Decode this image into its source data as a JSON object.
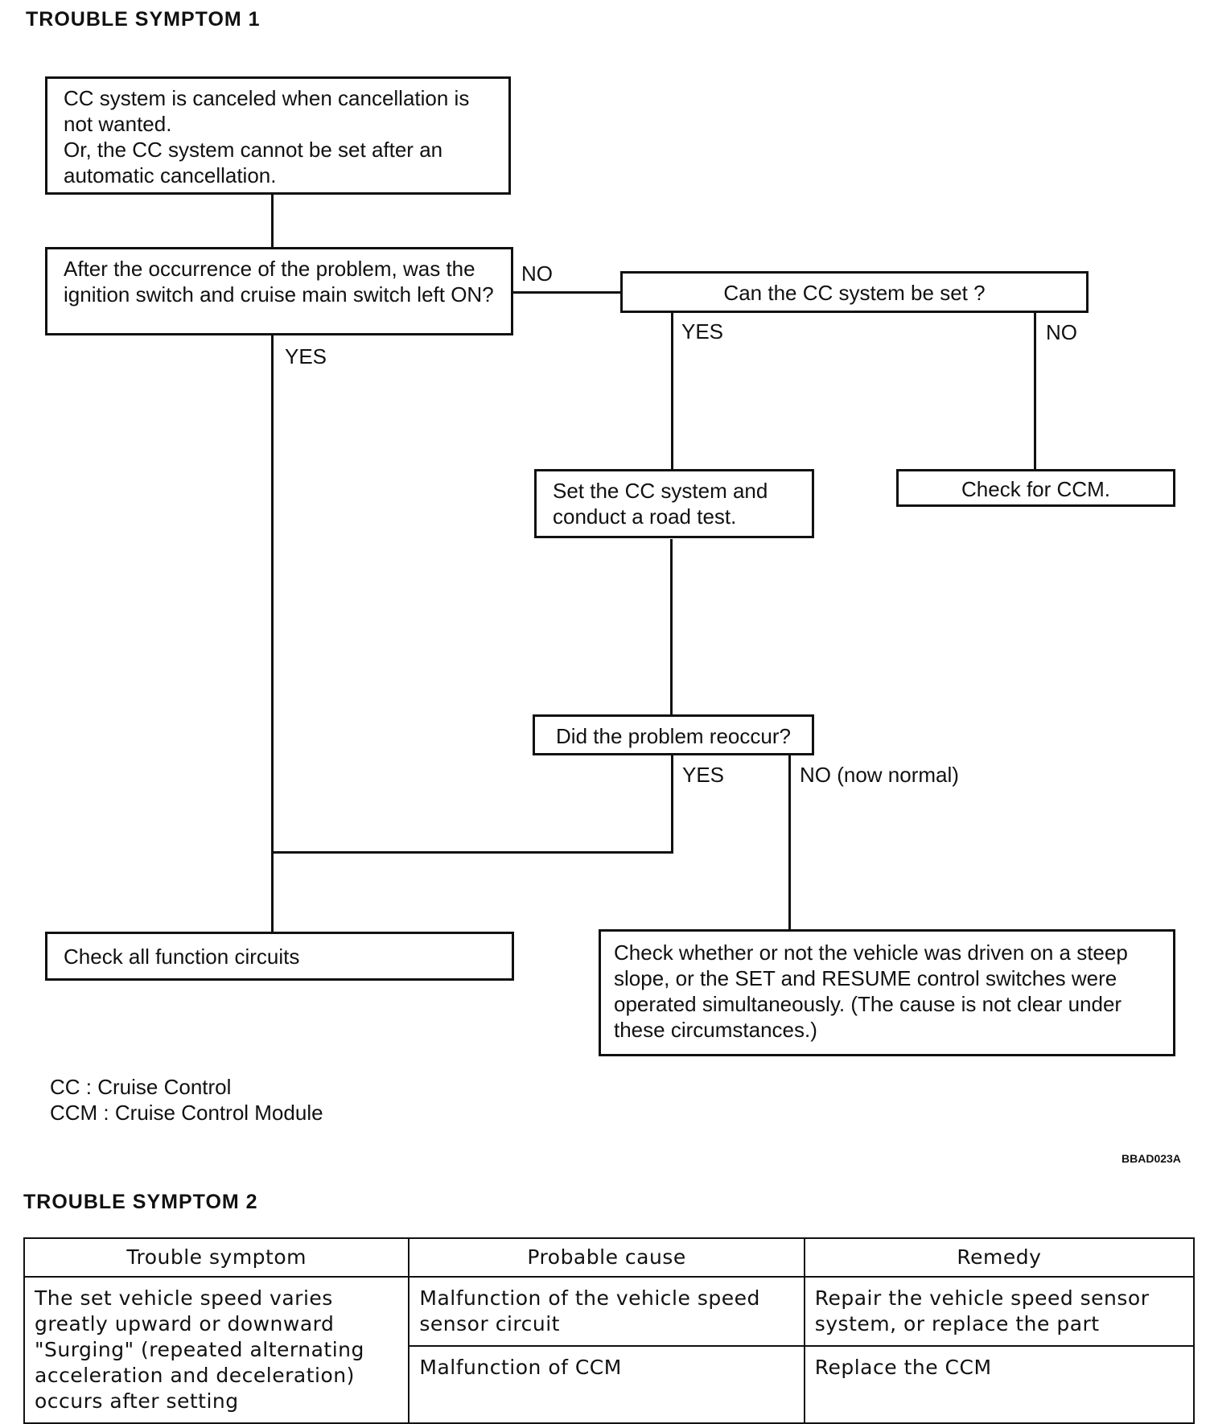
{
  "symptom1": {
    "heading": "TROUBLE SYMPTOM 1",
    "nodes": {
      "start": "CC system is canceled when cancellation is not wanted.\nOr, the CC system cannot be set after an automatic cancellation.",
      "q_switch": "After the occurrence of the problem, was the ignition switch and cruise main switch left ON?",
      "q_can_set": "Can the CC system be set ?",
      "set_test": "Set the CC system and conduct a road test.",
      "check_ccm": "Check for CCM.",
      "q_reoccur": "Did the problem reoccur?",
      "check_circuits": "Check all function circuits",
      "check_slope": "Check whether or not the vehicle was driven on a steep slope, or the SET and RESUME control switches were operated simultaneously. (The cause is not clear under these circumstances.)"
    },
    "edge_labels": {
      "switch_no": "NO",
      "switch_yes": "YES",
      "can_set_yes": "YES",
      "can_set_no": "NO",
      "reoccur_yes": "YES",
      "reoccur_no": "NO (now normal)"
    },
    "legend": [
      "CC : Cruise Control",
      "CCM : Cruise Control Module"
    ],
    "figure_code": "BBAD023A"
  },
  "symptom2": {
    "heading": "TROUBLE SYMPTOM 2",
    "columns": [
      "Trouble symptom",
      "Probable cause",
      "Remedy"
    ],
    "symptom": "The set vehicle speed varies greatly upward or downward\n\"Surging\" (repeated alternating acceleration and deceleration) occurs after setting",
    "rows": [
      {
        "cause": "Malfunction of the vehicle speed sensor circuit",
        "remedy": "Repair the vehicle speed sensor system, or replace the part"
      },
      {
        "cause": "Malfunction of CCM",
        "remedy": "Replace the CCM"
      }
    ]
  }
}
